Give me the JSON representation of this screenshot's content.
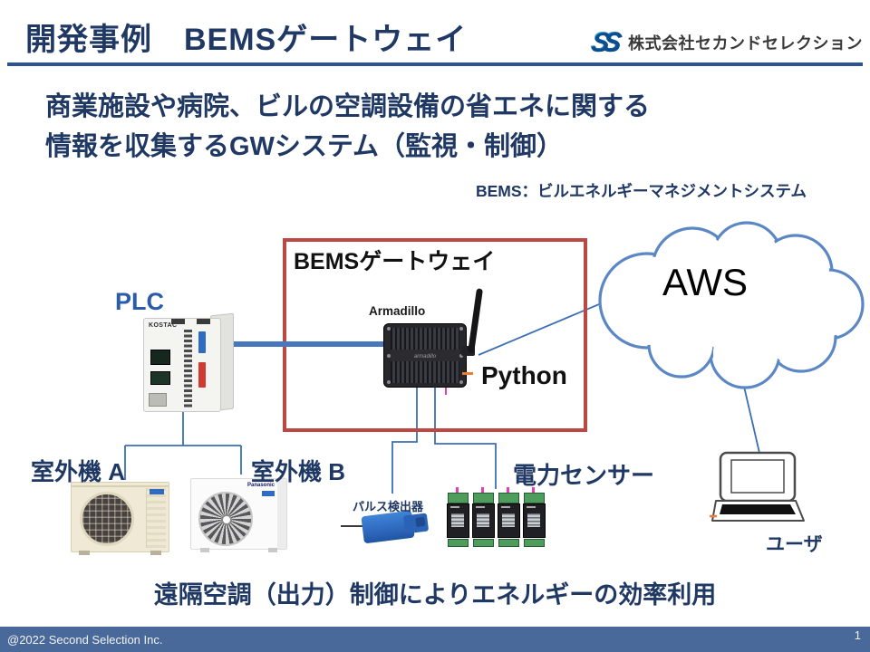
{
  "slide": {
    "title": "開発事例　BEMSゲートウェイ",
    "logo": {
      "icon": "SS",
      "company": "株式会社セカンドセレクション"
    },
    "lead_line1": "商業施設や病院、ビルの空調設備の省エネに関する",
    "lead_line2": "情報を収集するGWシステム（監視・制御）",
    "bems_note": "BEMS：ビルエネルギーマネジメントシステム",
    "bottom_message": "遠隔空調（出力）制御によりエネルギーの効率利用",
    "footer": {
      "copyright": "@2022 Second Selection Inc.",
      "page_number": "1"
    }
  },
  "diagram": {
    "gateway_box_label": "BEMSゲートウェイ",
    "plc_label": "PLC",
    "plc_brand": "KOSTAC",
    "armadillo_label": "Armadillo",
    "armadillo_logo": "armadillo",
    "python_label": "Python",
    "aws_label": "AWS",
    "outdoor_unit_a_label": "室外機 A",
    "outdoor_unit_b_label": "室外機 B",
    "unit_b_brand": "Panasonic",
    "pulse_detector_label": "パルス検出器",
    "power_sensor_label": "電力センサー",
    "user_label": "ユーザ"
  },
  "colors": {
    "title_text": "#1F3864",
    "title_rule": "#2E5395",
    "gateway_box_border": "#BC4843",
    "thick_link": "#4777BC",
    "connector": "#3C6FB4",
    "cloud_outline": "#5B87C5",
    "python_dash": "#ED7D31",
    "footer_bg": "#49699B"
  }
}
